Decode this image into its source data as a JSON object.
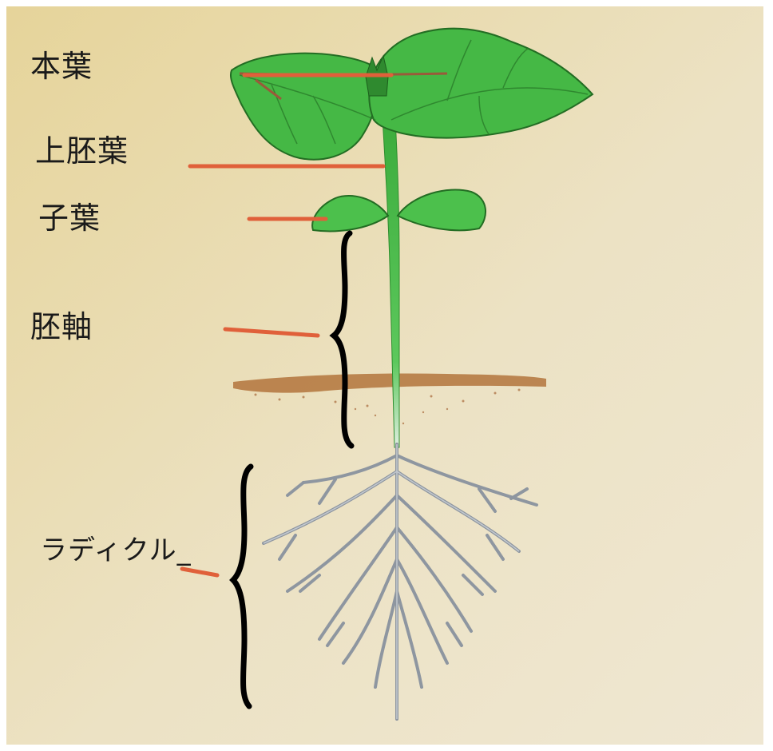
{
  "labels": {
    "true_leaf": "本葉",
    "epicotyl": "上胚葉",
    "cotyledon": "子葉",
    "hypocotyl": "胚軸",
    "radicle": "ラディクル_"
  },
  "colors": {
    "background_left": "#e8d7a0",
    "background_right": "#efe6d0",
    "leaf": "#3fb43f",
    "leaf_dark": "#1f7a1f",
    "stem": "#44b844",
    "soil": "#b5743a",
    "root": "#9aa0a8",
    "leader_line": "#e0603a",
    "brace": "#000000"
  }
}
